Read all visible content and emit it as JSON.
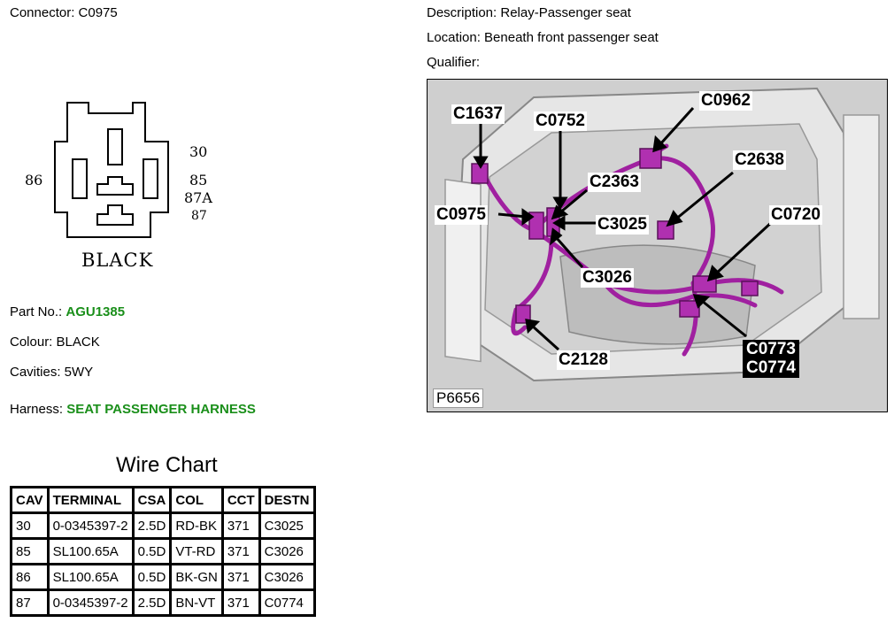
{
  "header": {
    "connector_label": "Connector: C0975",
    "description_label": "Description: Relay-Passenger seat",
    "location_label": "Location: Beneath front passenger seat",
    "qualifier_label": "Qualifier:"
  },
  "connector_drawing": {
    "pins": [
      "30",
      "86",
      "85",
      "87A",
      "87"
    ],
    "color_text": "BLACK"
  },
  "details": {
    "part_no_label": "Part No.: ",
    "part_no_value": "AGU1385",
    "colour_label": "Colour: BLACK",
    "cavities_label": "Cavities: 5WY",
    "harness_label": "Harness: ",
    "harness_value": "SEAT PASSENGER HARNESS"
  },
  "wire_chart": {
    "title": "Wire Chart",
    "columns": [
      "CAV",
      "TERMINAL",
      "CSA",
      "COL",
      "CCT",
      "DESTN"
    ],
    "rows": [
      [
        "30",
        "0-0345397-2",
        "2.5D",
        "RD-BK",
        "371",
        "C3025"
      ],
      [
        "85",
        "SL100.65A",
        "0.5D",
        "VT-RD",
        "371",
        "C3026"
      ],
      [
        "86",
        "SL100.65A",
        "0.5D",
        "BK-GN",
        "371",
        "C3026"
      ],
      [
        "87",
        "0-0345397-2",
        "2.5D",
        "BN-VT",
        "371",
        "C0774"
      ]
    ]
  },
  "photo": {
    "figure_id": "P6656",
    "callouts": [
      "C1637",
      "C0752",
      "C0962",
      "C2638",
      "C2363",
      "C0975",
      "C3025",
      "C0720",
      "C3026",
      "C0773",
      "C0774",
      "C2128"
    ],
    "harness_color": "#a020a0"
  }
}
